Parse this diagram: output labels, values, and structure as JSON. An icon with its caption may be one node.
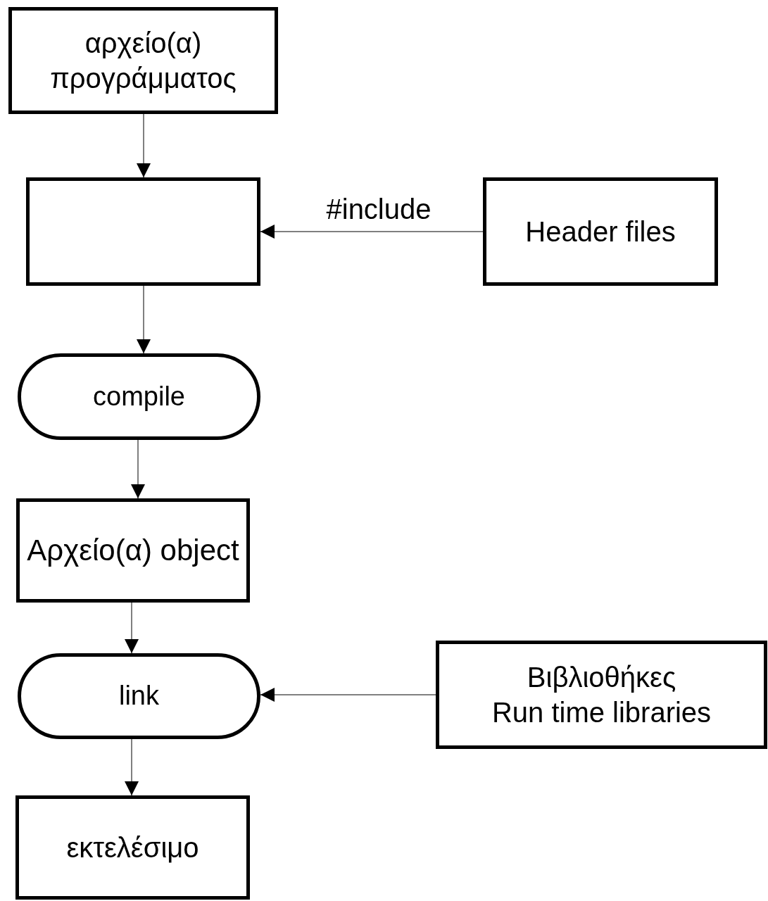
{
  "diagram": {
    "nodes": [
      {
        "text": [
          "αρχείο(α) προγράμματος"
        ]
      },
      {
        "text": [],
        "shape": "box"
      },
      {
        "text": [
          "Header files"
        ]
      },
      {
        "text": [
          "compile"
        ]
      },
      {
        "text": [
          "Αρχείο(α) object"
        ]
      },
      {
        "text": [
          "link"
        ]
      },
      {
        "text": [
          "Βιβλιοθήκες",
          "Run time libraries"
        ]
      },
      {
        "text": [
          "εκτελέσιμο"
        ]
      }
    ],
    "edges": [
      {
        "from": 0,
        "to": 1,
        "arrow": "to"
      },
      {
        "from": 2,
        "to": 1,
        "arrow": "to",
        "label": "#include"
      },
      {
        "from": 1,
        "to": 3,
        "arrow": "to"
      },
      {
        "from": 3,
        "to": 4,
        "arrow": "to"
      },
      {
        "from": 4,
        "to": 5,
        "arrow": "to"
      },
      {
        "from": 6,
        "to": 5,
        "arrow": "to"
      },
      {
        "from": 5,
        "to": 7,
        "arrow": "to"
      }
    ]
  }
}
